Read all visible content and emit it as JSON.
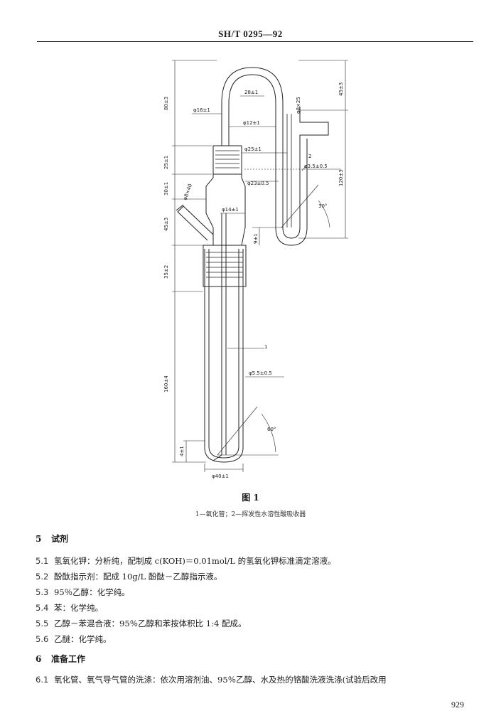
{
  "header": {
    "standard": "SH/T 0295—92"
  },
  "figure": {
    "title": "图 1",
    "caption": "1—氧化管；2—挥发性水溶性酸吸收器",
    "part_labels": [
      "1",
      "2"
    ],
    "dimensions": {
      "top_height": "80±3",
      "d16": "φ16±1",
      "d12": "φ12±1",
      "w28": "28±1",
      "d8x25": "φ8×25",
      "r43": "45±3",
      "d25": "φ25±1",
      "d35": "φ3.5±0.5",
      "h120": "120±3",
      "h25": "25±1",
      "d23": "φ23±0.5",
      "h30": "30±1",
      "d8x40": "φ8×40",
      "h45": "45±3",
      "d14": "φ14±1",
      "ang_top": "30°",
      "h9": "9±1",
      "h35": "35±2",
      "h160": "160±4",
      "d55": "φ5.5±0.5",
      "ang_bot": "60°",
      "h4": "4±1",
      "d40": "φ40±1"
    }
  },
  "sections": [
    {
      "number": "5",
      "title": "试剂"
    },
    {
      "number": "6",
      "title": "准备工作"
    }
  ],
  "items": [
    {
      "number": "5.1",
      "text": "氢氧化钾：分析纯，配制成 c(KOH)＝0.01mol/L 的氢氧化钾标准滴定溶液。"
    },
    {
      "number": "5.2",
      "text": "酚酞指示剂：配成 10g/L 酚酞－乙醇指示液。"
    },
    {
      "number": "5.3",
      "text": "95％乙醇：化学纯。"
    },
    {
      "number": "5.4",
      "text": "苯：化学纯。"
    },
    {
      "number": "5.5",
      "text": "乙醇－苯混合液：95％乙醇和苯按体积比 1:4 配成。"
    },
    {
      "number": "5.6",
      "text": "乙醚：化学纯。"
    },
    {
      "number": "6.1",
      "text": "氧化管、氧气导气管的洗涤：依次用溶剂油、95％乙醇、水及热的铬酸洗液洗涤(试验后改用"
    }
  ],
  "page_number": "929"
}
